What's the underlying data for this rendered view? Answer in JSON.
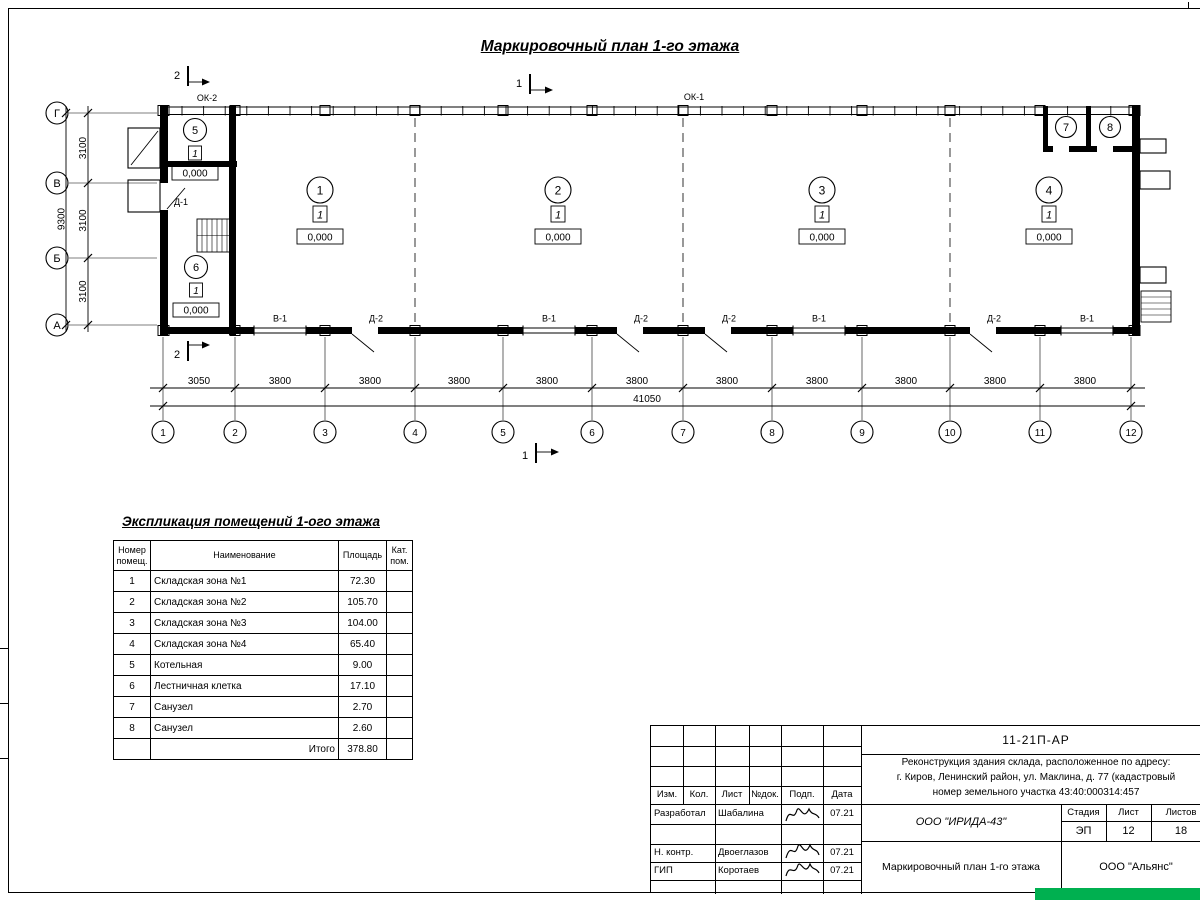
{
  "sheet": {
    "title": "Маркировочный план 1-го этажа",
    "colors": {
      "stamp_bar": "#00B050"
    }
  },
  "plan": {
    "elevation_mark": "0,000",
    "floor_type_mark": "1",
    "zone_numbers": [
      "1",
      "2",
      "3",
      "4"
    ],
    "room_numbers": {
      "boiler": "5",
      "staircase": "6",
      "wc_left": "7",
      "wc_right": "8"
    },
    "window_labels": {
      "ok2": "ОК-2",
      "ok1": "ОК-1"
    },
    "door_label_d1": "Д-1",
    "bottom_openings": [
      "В-1",
      "Д-2",
      "В-1",
      "Д-2",
      "Д-2",
      "В-1",
      "Д-2",
      "В-1"
    ],
    "axes_vertical": [
      "Г",
      "В",
      "Б",
      "А"
    ],
    "axes_horizontal": [
      "1",
      "2",
      "3",
      "4",
      "5",
      "6",
      "7",
      "8",
      "9",
      "10",
      "11",
      "12"
    ],
    "dims_left": [
      "3100",
      "3100",
      "3100"
    ],
    "dim_left_total": "9300",
    "dims_bottom": [
      "3050",
      "3800",
      "3800",
      "3800",
      "3800",
      "3800",
      "3800",
      "3800",
      "3800",
      "3800",
      "3800"
    ],
    "dim_bottom_total": "41050",
    "section_marks": {
      "s1": "1",
      "s2": "2"
    }
  },
  "explication": {
    "title": "Экспликация помещений 1-ого этажа",
    "headers": {
      "num": "Номер помещ.",
      "name": "Наименование",
      "area": "Площадь",
      "cat": "Кат. пом."
    },
    "rows": [
      {
        "num": "1",
        "name": "Складская зона №1",
        "area": "72.30"
      },
      {
        "num": "2",
        "name": "Складская зона №2",
        "area": "105.70"
      },
      {
        "num": "3",
        "name": "Складская зона №3",
        "area": "104.00"
      },
      {
        "num": "4",
        "name": "Складская зона №4",
        "area": "65.40"
      },
      {
        "num": "5",
        "name": "Котельная",
        "area": "9.00"
      },
      {
        "num": "6",
        "name": "Лестничная клетка",
        "area": "17.10"
      },
      {
        "num": "7",
        "name": "Санузел",
        "area": "2.70"
      },
      {
        "num": "8",
        "name": "Санузел",
        "area": "2.60"
      }
    ],
    "total_label": "Итого",
    "total_value": "378.80"
  },
  "title_block": {
    "doc_number": "11-21П-АР",
    "project_line1": "Реконструкция здания склада, расположенное по адресу:",
    "project_line2": "г. Киров, Ленинский район, ул. Маклина, д. 77 (кадастровый",
    "project_line3": "номер земельного участка 43:40:000314:457",
    "rev_headers": [
      "Изм.",
      "Кол.",
      "Лист",
      "№док.",
      "Подп.",
      "Дата"
    ],
    "signers": [
      {
        "role": "Разработал",
        "name": "Шабалина",
        "date": "07.21"
      },
      {
        "role": "Н. контр.",
        "name": "Двоеглазов",
        "date": "07.21"
      },
      {
        "role": "ГИП",
        "name": "Коротаев",
        "date": "07.21"
      }
    ],
    "org1": "ООО \"ИРИДА-43\"",
    "stage_header": "Стадия",
    "sheet_header": "Лист",
    "sheets_header": "Листов",
    "stage": "ЭП",
    "sheet_no": "12",
    "sheets_total": "18",
    "sheet_title": "Маркировочный план 1-го этажа",
    "org2": "ООО \"Альянс\""
  }
}
